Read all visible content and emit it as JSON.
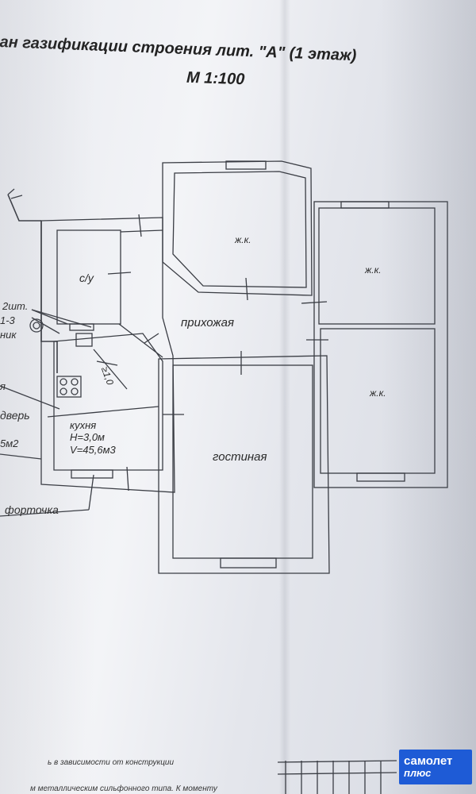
{
  "title": "ан газификации строения лит. \"А\" (1 этаж)",
  "scale": "М 1:100",
  "rooms": {
    "bedroom_top": "ж.к.",
    "bedroom_right_top": "ж.к.",
    "bedroom_right_bottom": "ж.к.",
    "bathroom": "с/у",
    "hallway": "прихожая",
    "living_room": "гостиная",
    "kitchen_name": "кухня",
    "kitchen_height": "H=3,0м",
    "kitchen_volume": "V=45,6м3"
  },
  "annotations": {
    "count": "2шт.",
    "code": "1-3",
    "partial_label": "ник",
    "partial_ya": "я",
    "door": "дверь",
    "area": "5м2",
    "fortochka": "форточка",
    "dimension": "≥1,0"
  },
  "footer": {
    "line1": "ь в зависимости от конструкции",
    "line2": "м металлическим сильфонного типа. К моменту"
  },
  "logo": {
    "line1": "самолет",
    "line2": "плюс",
    "color": "#1e5bd6"
  }
}
